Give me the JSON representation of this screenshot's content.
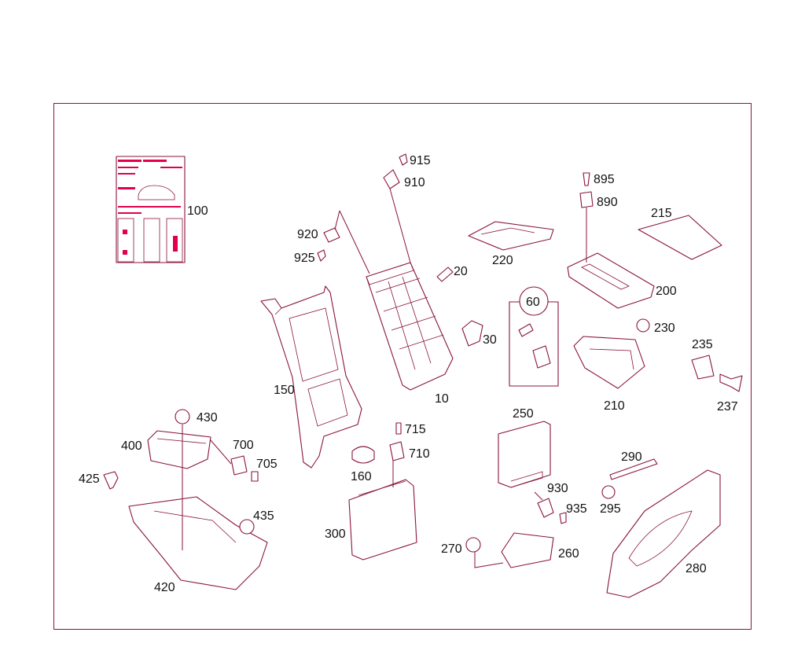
{
  "title": "",
  "colors": {
    "line": "#8a1538",
    "label": "#111111",
    "accent": "#e0004d"
  },
  "labels": {
    "p100": "100",
    "p150": "150",
    "p10": "10",
    "p20": "20",
    "p30": "30",
    "p60": "60",
    "p160": "160",
    "p200": "200",
    "p210": "210",
    "p215": "215",
    "p220": "220",
    "p230": "230",
    "p235": "235",
    "p237": "237",
    "p250": "250",
    "p260": "260",
    "p270": "270",
    "p280": "280",
    "p290": "290",
    "p295": "295",
    "p300": "300",
    "p400": "400",
    "p420": "420",
    "p425": "425",
    "p430": "430",
    "p435": "435",
    "p700": "700",
    "p705": "705",
    "p710": "710",
    "p715": "715",
    "p890": "890",
    "p895": "895",
    "p910": "910",
    "p915": "915",
    "p920": "920",
    "p925": "925",
    "p930": "930",
    "p935": "935"
  }
}
